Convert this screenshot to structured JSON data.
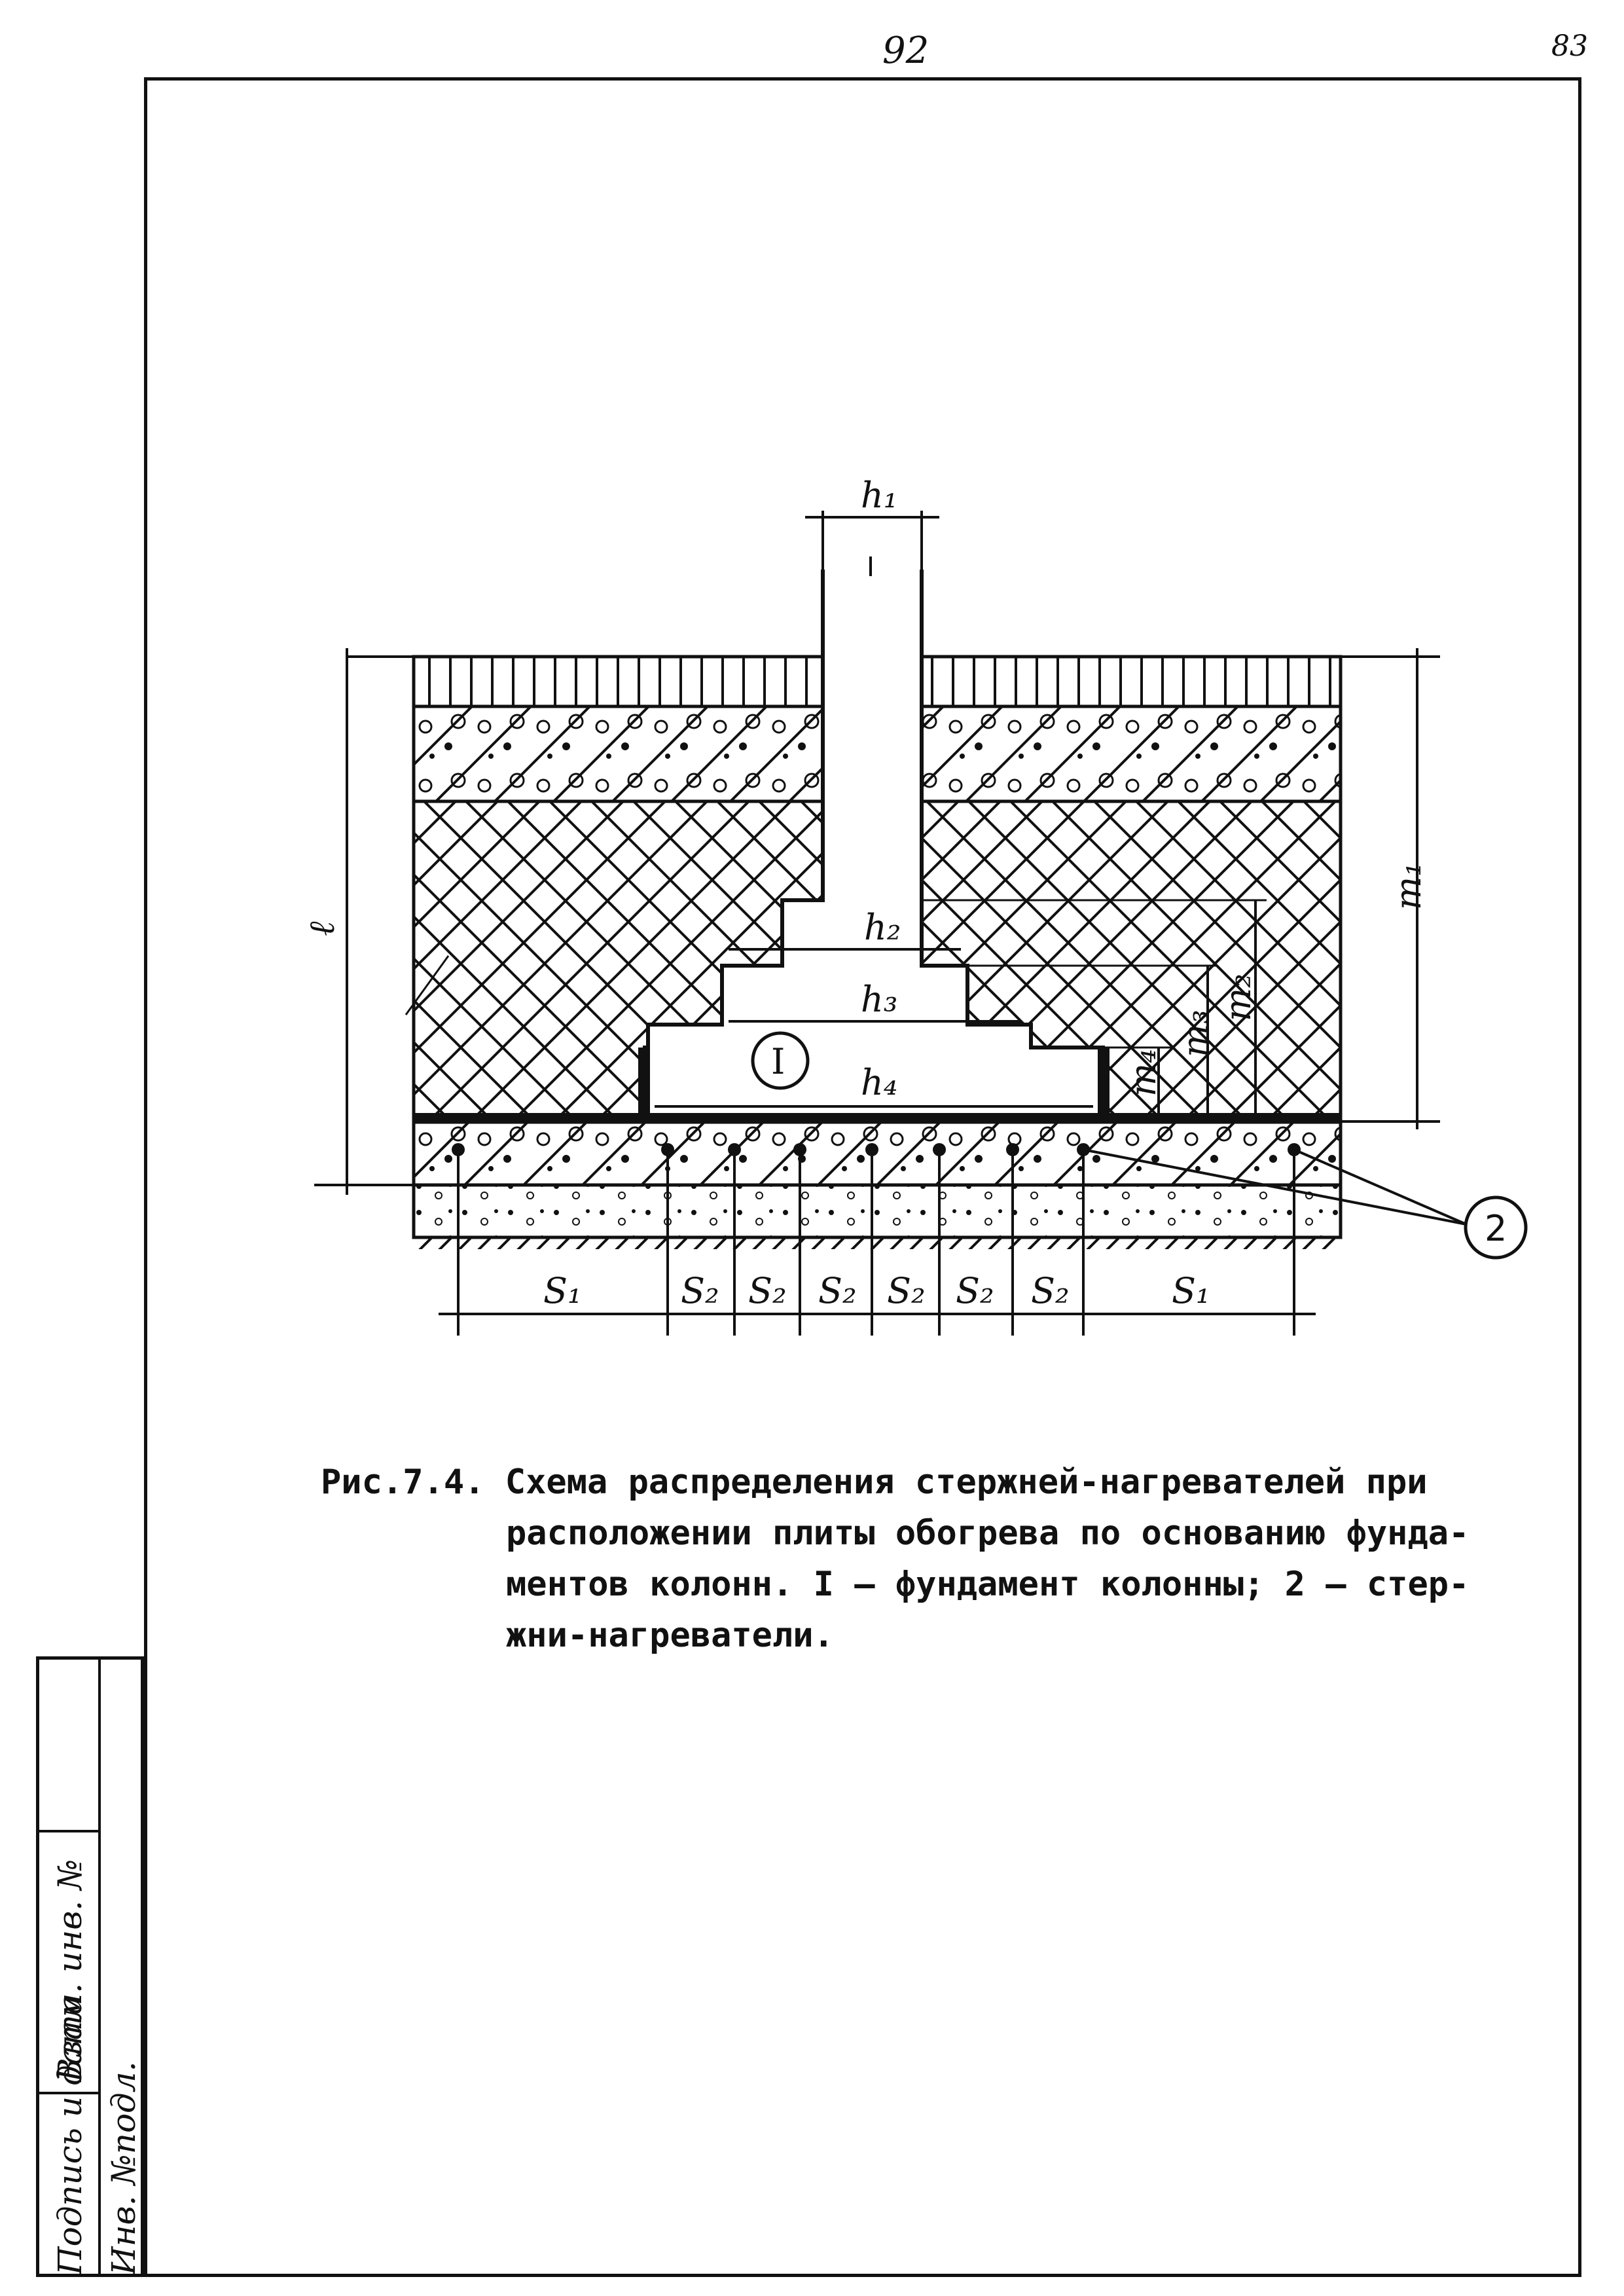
{
  "page": {
    "number_top": "92",
    "number_corner": "83"
  },
  "side_stamp": {
    "inv_podl": "Инв. №подл.",
    "podpis": "Подпись и дата",
    "vzam": "Взам. инв. №"
  },
  "figure": {
    "labels": {
      "h1": "h₁",
      "h2": "h₂",
      "h3": "h₃",
      "h4": "h₄",
      "l": "ℓ",
      "m1": "m₁",
      "m2": "m₂",
      "m3": "m₃",
      "m4": "m₄",
      "s1": "S₁",
      "s2": "S₂",
      "callout1": "I",
      "callout2": "2"
    }
  },
  "caption": {
    "line1": "Рис.7.4. Схема распределения стержней-нагревателей при",
    "line2": "расположении плиты обогрева по основанию фунда-",
    "line3": "ментов колонн. I – фундамент колонны;  2 – стер-",
    "line4": "жни-нагреватели."
  }
}
